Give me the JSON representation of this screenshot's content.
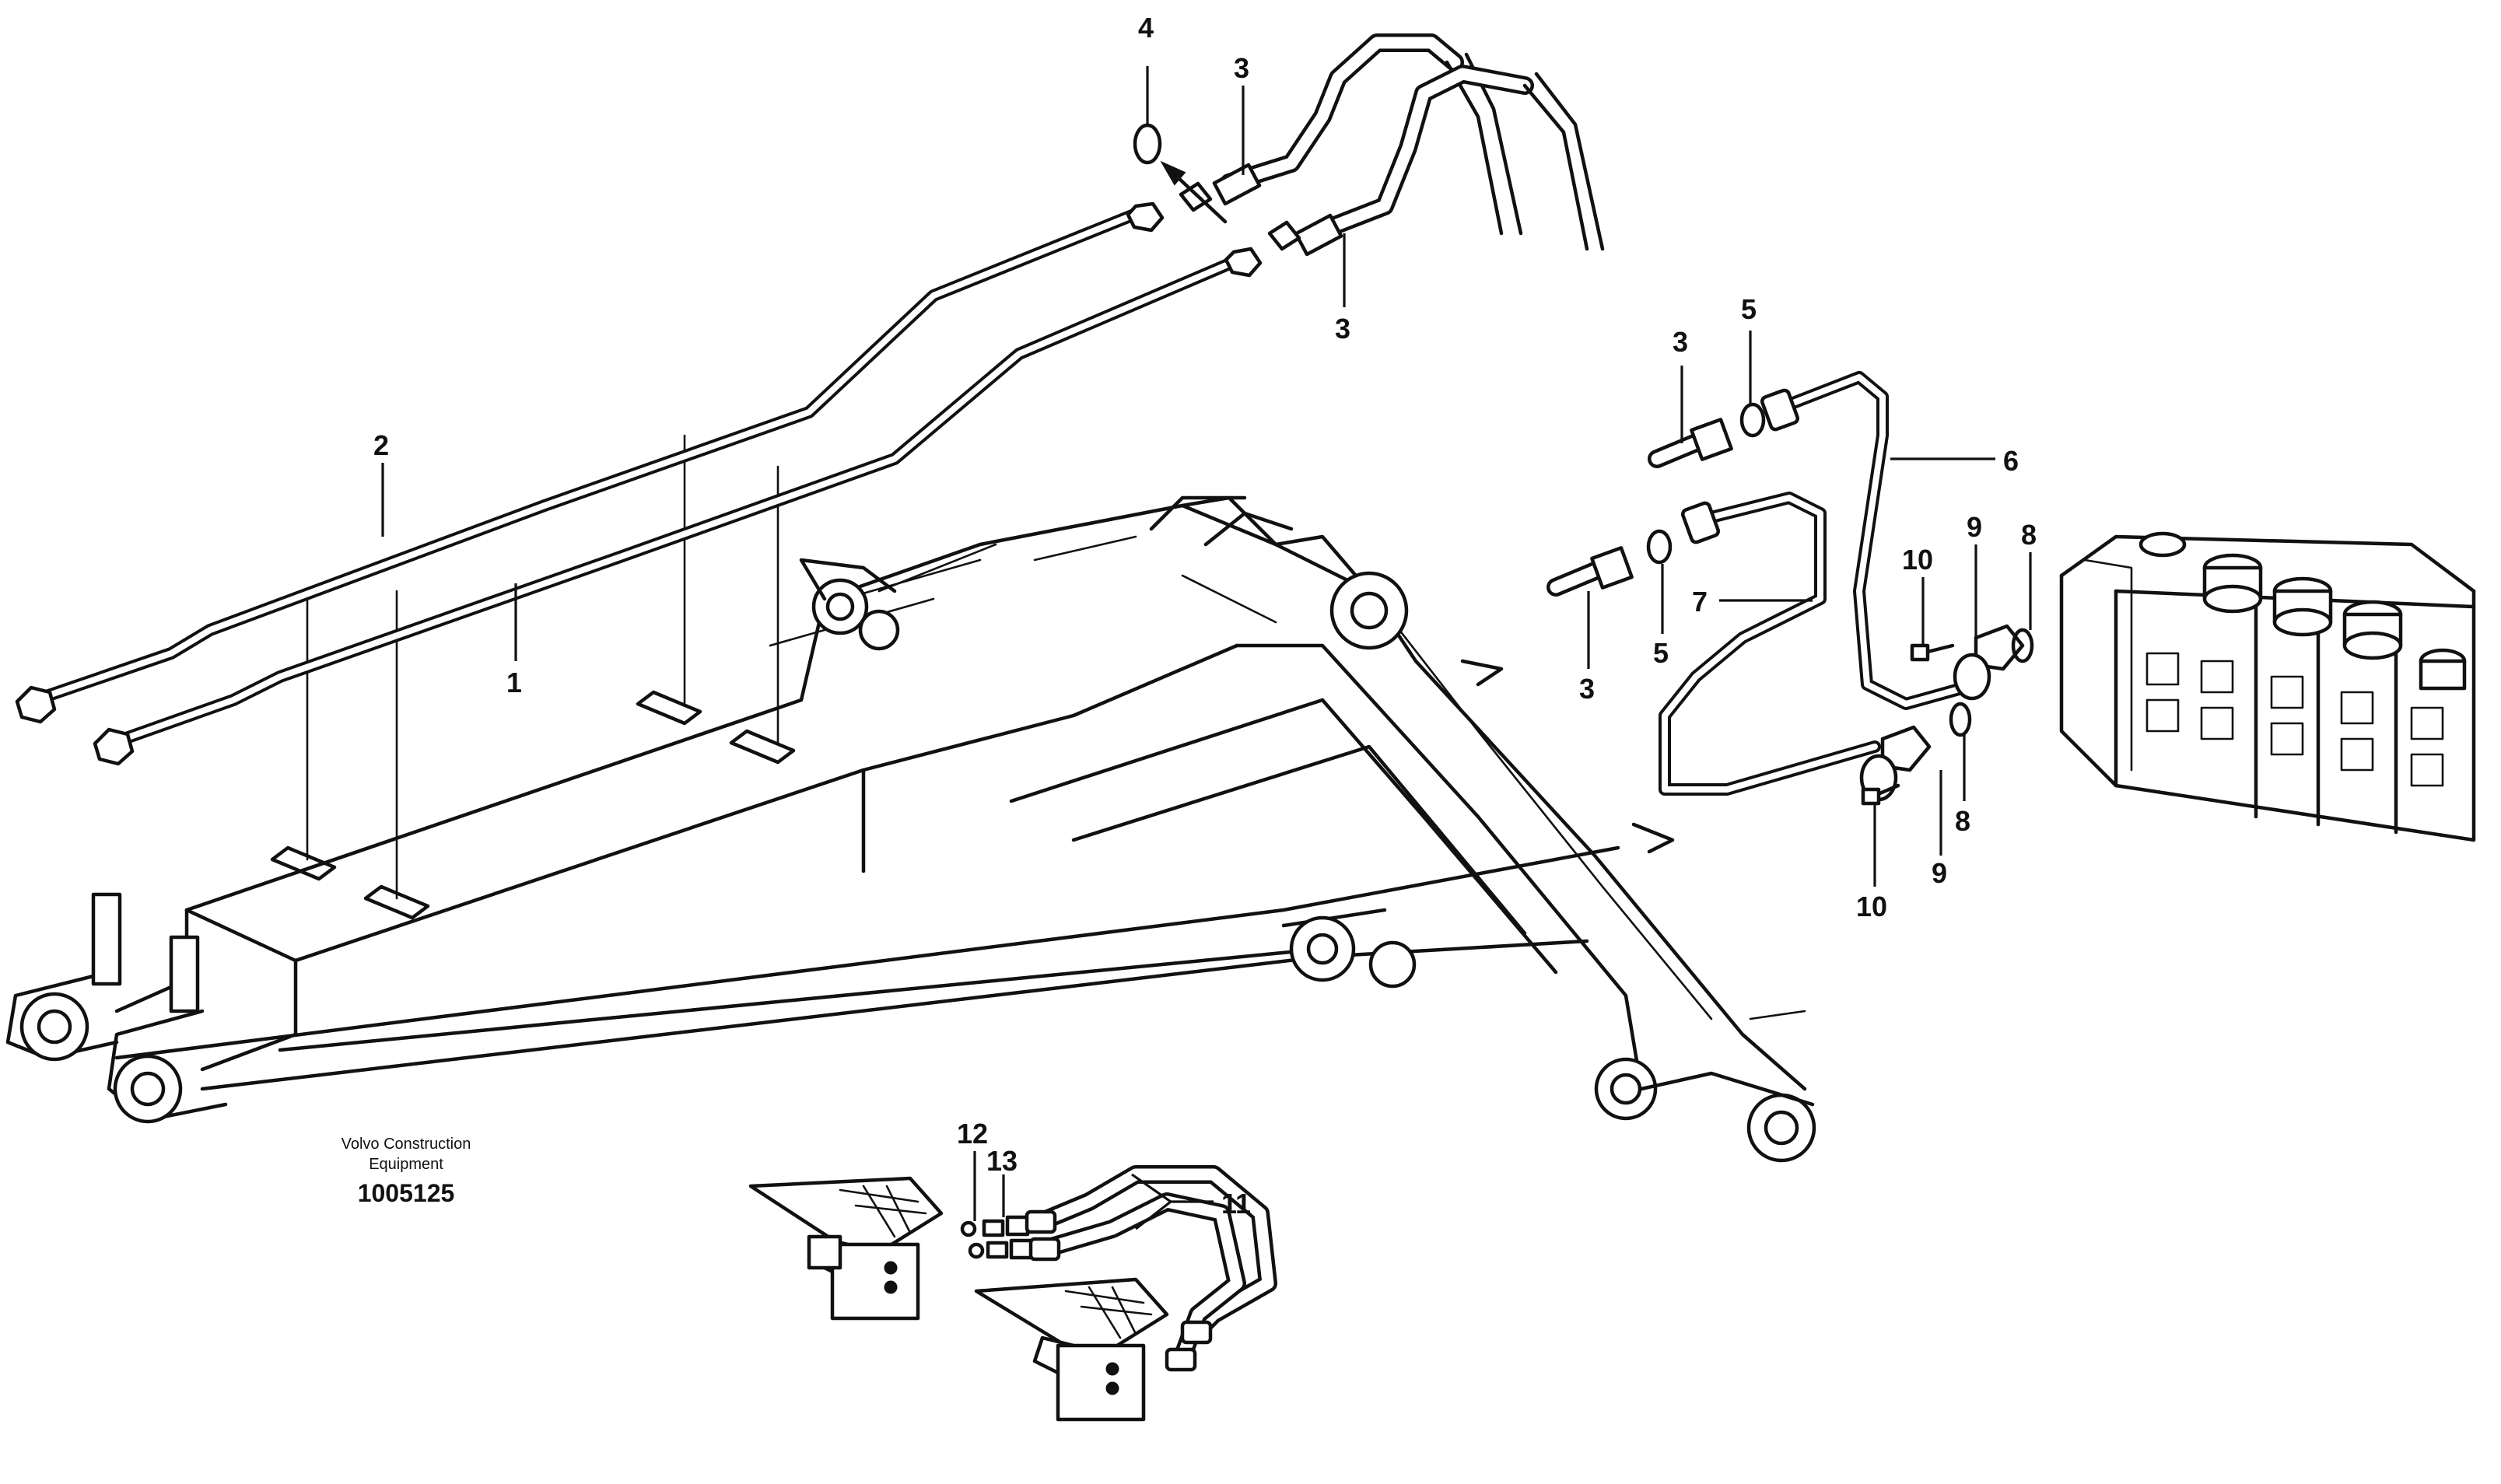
{
  "diagram": {
    "callouts": [
      {
        "id": "c4",
        "label": "4"
      },
      {
        "id": "c3a",
        "label": "3"
      },
      {
        "id": "c3b",
        "label": "3"
      },
      {
        "id": "c2",
        "label": "2"
      },
      {
        "id": "c1",
        "label": "1"
      },
      {
        "id": "c3c",
        "label": "3"
      },
      {
        "id": "c5a",
        "label": "5"
      },
      {
        "id": "c6",
        "label": "6"
      },
      {
        "id": "c7",
        "label": "7"
      },
      {
        "id": "c3d",
        "label": "3"
      },
      {
        "id": "c5b",
        "label": "5"
      },
      {
        "id": "c9a",
        "label": "9"
      },
      {
        "id": "c10a",
        "label": "10"
      },
      {
        "id": "c8a",
        "label": "8"
      },
      {
        "id": "c8b",
        "label": "8"
      },
      {
        "id": "c9b",
        "label": "9"
      },
      {
        "id": "c10b",
        "label": "10"
      },
      {
        "id": "c12",
        "label": "12"
      },
      {
        "id": "c13",
        "label": "13"
      },
      {
        "id": "c11",
        "label": "11"
      }
    ],
    "publisher_line1": "Volvo Construction",
    "publisher_line2": "Equipment",
    "drawing_number": "1005125"
  }
}
